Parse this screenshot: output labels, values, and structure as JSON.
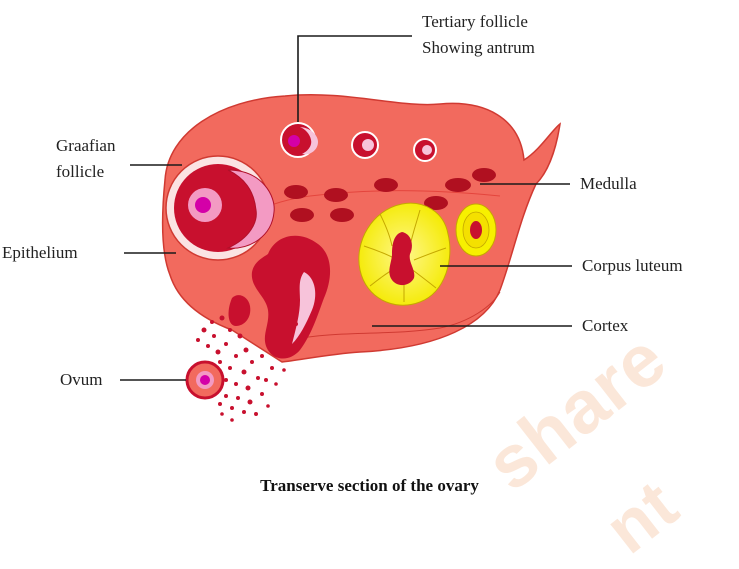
{
  "labels": {
    "tertiary_follicle_line1": "Tertiary follicle",
    "tertiary_follicle_line2": "Showing antrum",
    "graafian_line1": "Graafian",
    "graafian_line2": "follicle",
    "epithelium": "Epithelium",
    "ovum": "Ovum",
    "medulla": "Medulla",
    "corpus_luteum": "Corpus luteum",
    "cortex": "Cortex"
  },
  "caption": "Transerve section of the ovary",
  "watermark": {
    "line1": "share",
    "line2": "nt"
  },
  "colors": {
    "ovary_fill": "#f26a5e",
    "ovary_stroke": "#d03a32",
    "dark_red": "#c8102e",
    "pink": "#f39ac3",
    "magenta": "#d400a8",
    "yellow": "#f7f000",
    "watermark": "#fbe7d9"
  }
}
